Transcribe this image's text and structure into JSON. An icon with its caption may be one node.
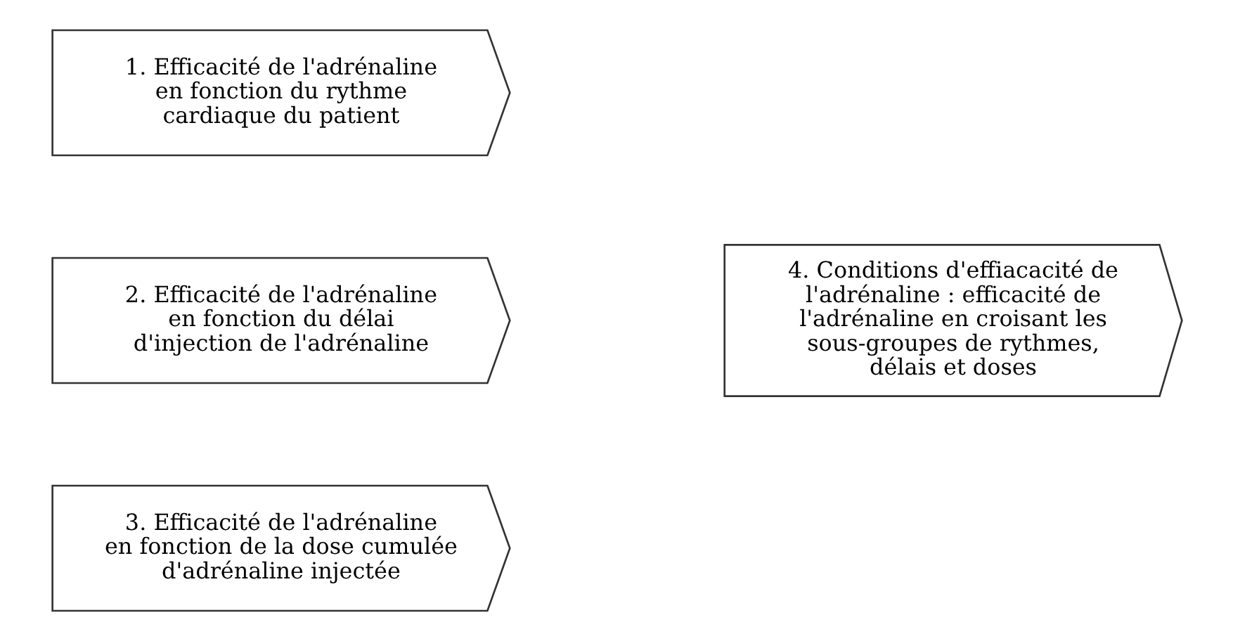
{
  "diagram": {
    "nodes": [
      {
        "text": [
          "1. Efficacité de l'adrénaline en fonction du rythme cardiaque du patient"
        ]
      },
      {
        "text": [
          "2. Efficacité de l'adrénaline en fonction du délai d'injection de l'adrénaline"
        ]
      },
      {
        "text": [
          "3. Efficacité de l'adrénaline en fonction de la dose cumulée d'adrénaline injectée"
        ]
      },
      {
        "text": [
          "4. Conditions d'effiacacité de l'adrénaline : efficacité de l'adrénaline en croisant les sous-groupes de rythmes, délais et doses"
        ]
      }
    ]
  }
}
